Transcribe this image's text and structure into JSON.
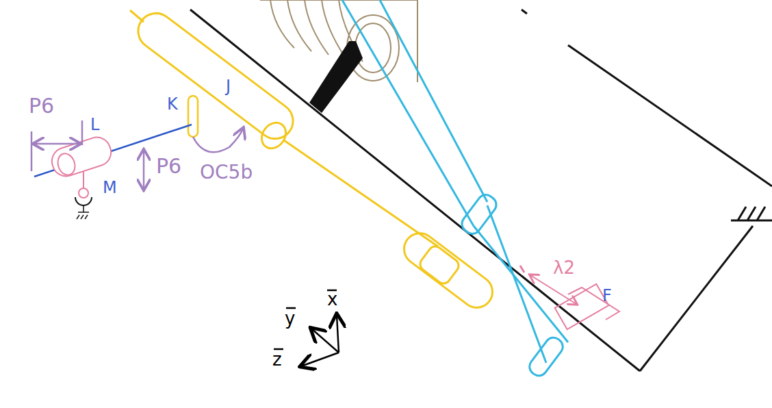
{
  "diagram": {
    "labels": [
      "P6",
      "L",
      "M",
      "K",
      "J",
      "P6",
      "OC5b",
      "F",
      "λ2",
      "x",
      "y",
      "z"
    ]
  }
}
